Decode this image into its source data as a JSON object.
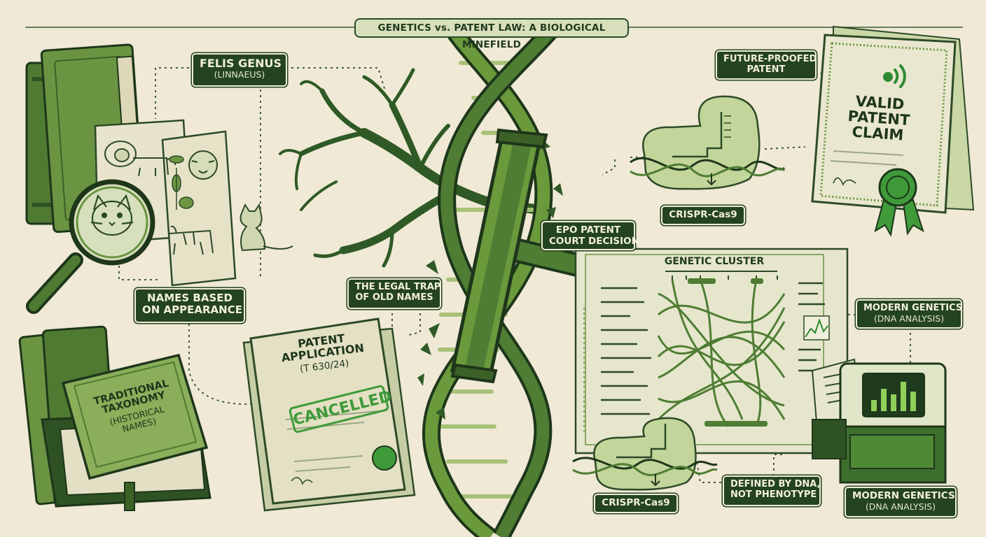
{
  "title": "GENETICS vs. PATENT LAW: A BIOLOGICAL MINEFIELD",
  "labels": {
    "felis_genus": {
      "title": "FELIS GENUS",
      "sub": "(LINNAEUS)"
    },
    "names_based": {
      "line1": "NAMES BASED",
      "line2": "ON APPEARANCE"
    },
    "legal_trap": {
      "line1": "THE LEGAL TRAP",
      "line2": "OF OLD NAMES"
    },
    "epo": {
      "line1": "EPO PATENT",
      "line2": "COURT DECISION"
    },
    "future_proofed": {
      "line1": "FUTURE-PROOFED",
      "line2": "PATENT"
    },
    "crispr_top": "CRISPR-Cas9",
    "crispr_bottom": "CRISPR-Cas9",
    "genetic_cluster": "GENETIC CLUSTER",
    "modern_genetics_right": {
      "title": "MODERN GENETICS",
      "sub": "(DNA ANALYSIS)"
    },
    "modern_genetics_bottom": {
      "title": "MODERN GENETICS",
      "sub": "(DNA ANALYSIS)"
    },
    "defined_by_dna": {
      "line1": "DEFINED BY DNA,",
      "line2": "NOT PHENOTYPE"
    }
  },
  "book": {
    "line1": "TRADITIONAL",
    "line2": "TAXONOMY",
    "line3": "(HISTORICAL",
    "line4": "NAMES)"
  },
  "patent_application": {
    "line1": "PATENT",
    "line2": "APPLICATION",
    "line3": "(T 630/24)",
    "stamp": "CANCELLED"
  },
  "certificate": {
    "line1": "VALID",
    "line2": "PATENT",
    "line3": "CLAIM"
  },
  "colors": {
    "background": "#efe9d6",
    "dark_green": "#24431f",
    "mid_green": "#4e7d33",
    "light_green": "#8fb25a",
    "pale_green": "#cfdcae",
    "stamp_green": "#3f9a3a"
  },
  "icons": [
    "magnifier-icon",
    "lion-icon",
    "tiger-icon",
    "cat-icon",
    "plant-icon",
    "gavel-icon",
    "dna-helix-icon",
    "phylogenetic-tree-icon",
    "rosette-seal-icon",
    "crispr-enzyme-icon",
    "dna-sequencer-icon",
    "chart-icon"
  ]
}
